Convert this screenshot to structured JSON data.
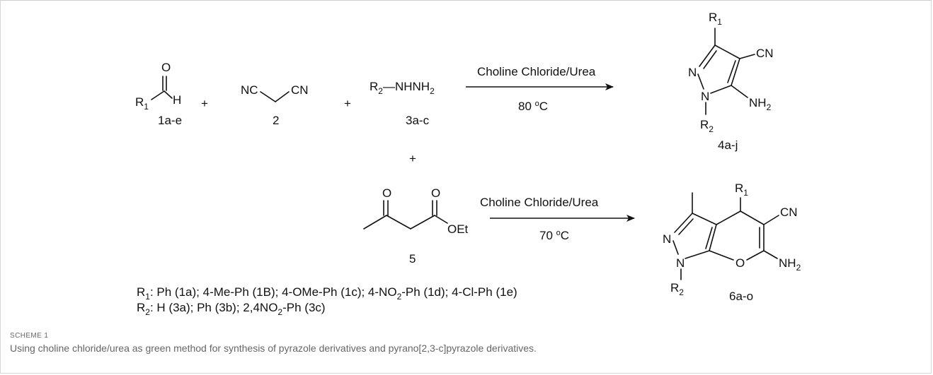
{
  "scheme": {
    "reactant1_label": "1a-e",
    "reactant2_label": "2",
    "reactant3_label": "3a-c",
    "plus": "+",
    "reactant3_formula_tail": "—NHNH",
    "cn": "CN",
    "nc": "NC",
    "atom_O": "O",
    "atom_H": "H",
    "atom_N": "N",
    "atom_R": "R",
    "sub_1": "1",
    "sub_2": "2",
    "arrow1_reagent": "Choline Chloride/Urea",
    "arrow1_temp": "80 ",
    "arrow1_temp_unit": "C",
    "degree_o": "o",
    "product1_label": "4a-j",
    "nh2": "NH",
    "reactant5_label": "5",
    "oet": "OEt",
    "arrow2_reagent": "Choline Chloride/Urea",
    "arrow2_temp": "70 ",
    "arrow2_temp_unit": "C",
    "product2_label": "6a-o"
  },
  "legend": {
    "r1_prefix": ": Ph  (1a); 4-Me-Ph (1B); 4-OMe-Ph (1c); 4-NO",
    "r1_suffix": "-Ph (1d); 4-Cl-Ph (1e)",
    "r2_prefix": ": H (3a); Ph (3b); 2,4NO",
    "r2_suffix": "-Ph (3c)"
  },
  "caption": {
    "label": "SCHEME 1",
    "text": "Using choline chloride/urea as green method for synthesis of pyrazole derivatives and pyrano[2,3-c]pyrazole derivatives."
  }
}
